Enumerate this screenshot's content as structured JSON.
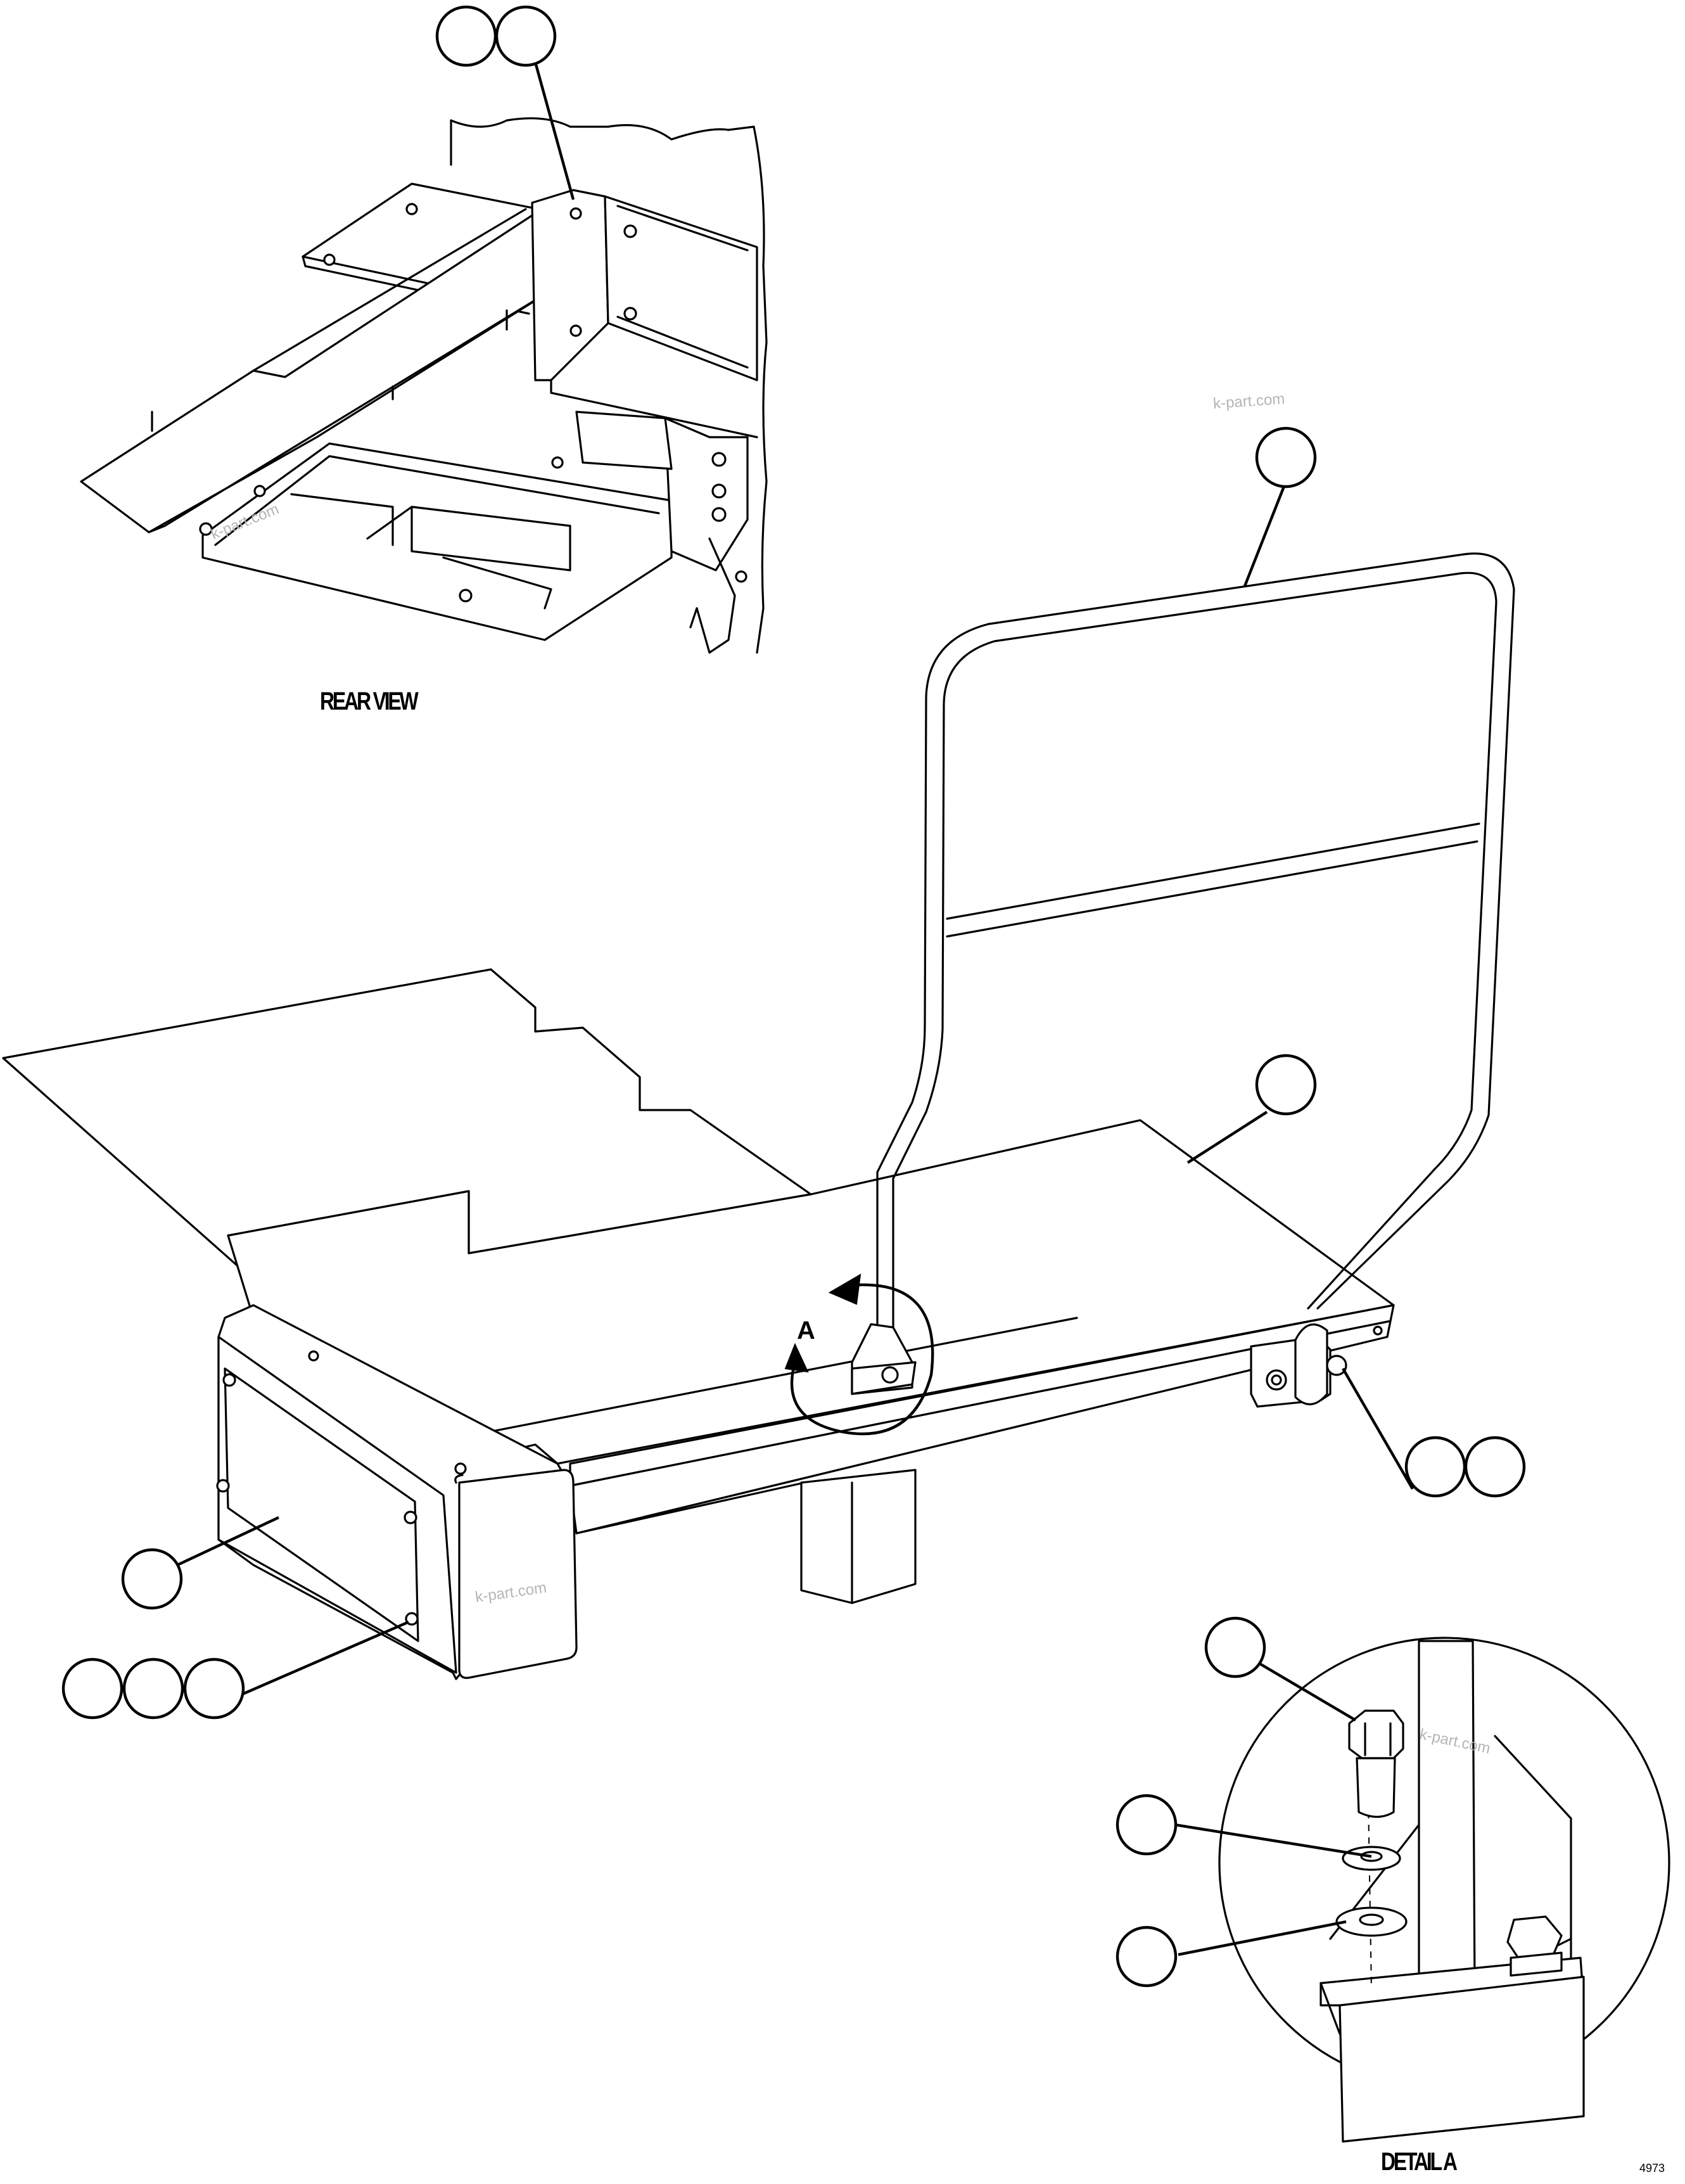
{
  "labels": {
    "rear_view": "REAR VIEW",
    "detail_a": "DETAIL A",
    "detail_marker": "A",
    "figure_number": "4973"
  },
  "watermark": "k-part.com",
  "callouts": [
    {
      "id": "rear-view-fastener",
      "count": 2
    },
    {
      "id": "handrail",
      "count": 1
    },
    {
      "id": "floor-mat",
      "count": 1
    },
    {
      "id": "handrail-clamp-hardware",
      "count": 2
    },
    {
      "id": "side-panel",
      "count": 1
    },
    {
      "id": "side-panel-hardware",
      "count": 3
    },
    {
      "id": "detail-bolt",
      "count": 1
    },
    {
      "id": "detail-washer-upper",
      "count": 1
    },
    {
      "id": "detail-washer-lower",
      "count": 1
    }
  ]
}
